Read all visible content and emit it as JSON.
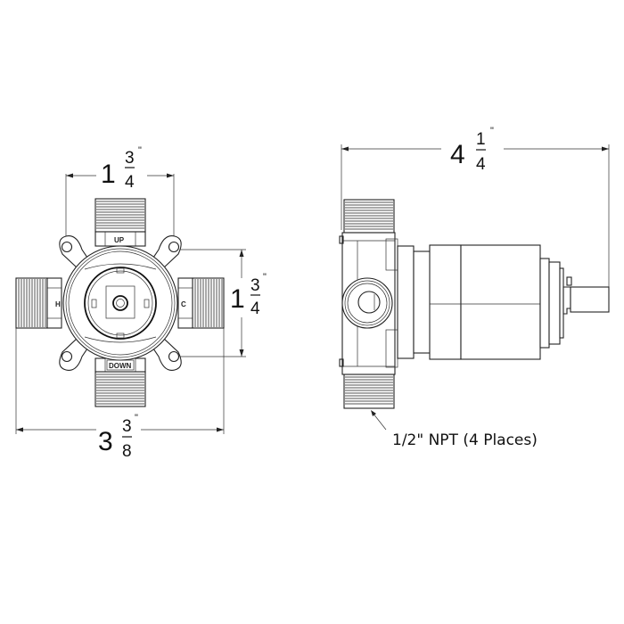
{
  "drawing": {
    "subject": "Shower valve rough-in body",
    "views": [
      "front",
      "side"
    ]
  },
  "front_view": {
    "labels": {
      "up": "UP",
      "down": "DOWN",
      "hot": "H",
      "cold": "C"
    },
    "dimensions": {
      "top_width": {
        "whole": "1",
        "num": "3",
        "den": "4",
        "unit": "\""
      },
      "right_height": {
        "whole": "1",
        "num": "3",
        "den": "4",
        "unit": "\""
      },
      "overall_width": {
        "whole": "3",
        "num": "3",
        "den": "8",
        "unit": "\""
      }
    }
  },
  "side_view": {
    "dimensions": {
      "overall_depth": {
        "whole": "4",
        "num": "1",
        "den": "4",
        "unit": "\""
      }
    },
    "note": "1/2\" NPT (4 Places)"
  },
  "colors": {
    "line": "#222222",
    "background": "#ffffff"
  }
}
